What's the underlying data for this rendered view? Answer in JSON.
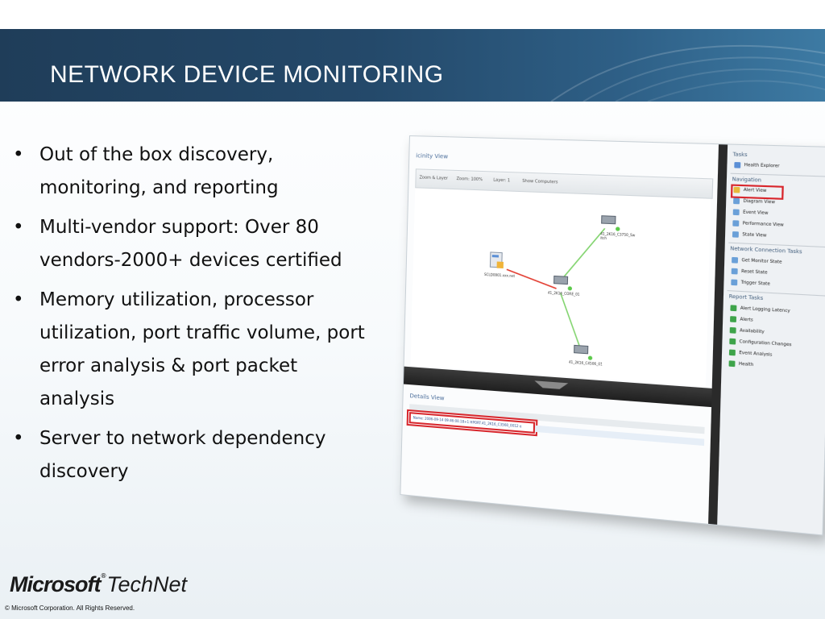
{
  "slide": {
    "title": "NETWORK DEVICE MONITORING",
    "bullets": [
      "Out of the box discovery, monitoring, and reporting",
      "Multi-vendor support: Over 80 vendors-2000+ devices certified",
      "Memory utilization, processor utilization, port traffic volume, port error analysis & port packet analysis",
      "Server to network dependency discovery"
    ],
    "bullet_glyph": "•"
  },
  "screenshot": {
    "pane_title": "icinity View",
    "toolbar": [
      "Zoom & Layer",
      "Zoom: 100%",
      "Layer: 1",
      "Show Computers"
    ],
    "nodes": [
      {
        "label": "SCLD0001.xxx.net",
        "icon": "server-icon"
      },
      {
        "label": "41_2K16_CORE_01",
        "icon": "switch-icon"
      },
      {
        "label": "41_2K16_C3750_Sw itch",
        "icon": "switch-icon"
      },
      {
        "label": "41_2K16_C4506_01",
        "icon": "switch-icon"
      }
    ],
    "details_title": "Details View",
    "alert_text": "Name: 2006-09-14 09:46:00.18+1 HPORT.41_2K16_C3560_0012 e",
    "tasks": {
      "heading": "Tasks",
      "health_explorer": "Health Explorer",
      "navigation_heading": "Navigation",
      "navigation": [
        "Alert View",
        "Diagram View",
        "Event View",
        "Performance View",
        "State View"
      ],
      "connection_heading": "Network Connection Tasks",
      "connection": [
        "Get Monitor State",
        "Reset State",
        "Trigger State"
      ],
      "report_heading": "Report Tasks",
      "reports": [
        "Alert Logging Latency",
        "Alerts",
        "Availability",
        "Configuration Changes",
        "Event Analysis",
        "Health"
      ]
    }
  },
  "footer": {
    "logo_microsoft": "Microsoft",
    "logo_tm": "®",
    "logo_technet": "TechNet",
    "copyright": "© Microsoft Corporation.  All Rights Reserved."
  },
  "colors": {
    "title_bar": "#24496a",
    "highlight_red": "#d8262c",
    "link_green": "#7fd36b",
    "link_red": "#e23a2e"
  }
}
